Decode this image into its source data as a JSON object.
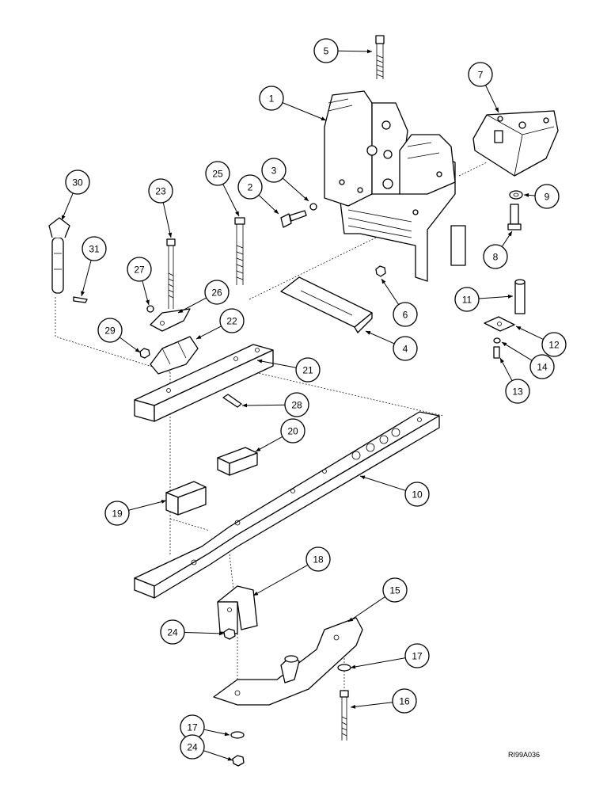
{
  "drawing_code": "RI99A036",
  "callouts": [
    {
      "id": "callout-1",
      "label": "1"
    },
    {
      "id": "callout-2",
      "label": "2"
    },
    {
      "id": "callout-3",
      "label": "3"
    },
    {
      "id": "callout-4",
      "label": "4"
    },
    {
      "id": "callout-5",
      "label": "5"
    },
    {
      "id": "callout-6",
      "label": "6"
    },
    {
      "id": "callout-7",
      "label": "7"
    },
    {
      "id": "callout-8",
      "label": "8"
    },
    {
      "id": "callout-9",
      "label": "9"
    },
    {
      "id": "callout-10",
      "label": "10"
    },
    {
      "id": "callout-11",
      "label": "11"
    },
    {
      "id": "callout-12",
      "label": "12"
    },
    {
      "id": "callout-13",
      "label": "13"
    },
    {
      "id": "callout-14",
      "label": "14"
    },
    {
      "id": "callout-15",
      "label": "15"
    },
    {
      "id": "callout-16",
      "label": "16"
    },
    {
      "id": "callout-17a",
      "label": "17"
    },
    {
      "id": "callout-17b",
      "label": "17"
    },
    {
      "id": "callout-18",
      "label": "18"
    },
    {
      "id": "callout-19",
      "label": "19"
    },
    {
      "id": "callout-20",
      "label": "20"
    },
    {
      "id": "callout-21",
      "label": "21"
    },
    {
      "id": "callout-22",
      "label": "22"
    },
    {
      "id": "callout-23",
      "label": "23"
    },
    {
      "id": "callout-24a",
      "label": "24"
    },
    {
      "id": "callout-24b",
      "label": "24"
    },
    {
      "id": "callout-25",
      "label": "25"
    },
    {
      "id": "callout-26",
      "label": "26"
    },
    {
      "id": "callout-27",
      "label": "27"
    },
    {
      "id": "callout-28",
      "label": "28"
    },
    {
      "id": "callout-29",
      "label": "29"
    },
    {
      "id": "callout-30",
      "label": "30"
    },
    {
      "id": "callout-31",
      "label": "31"
    }
  ]
}
